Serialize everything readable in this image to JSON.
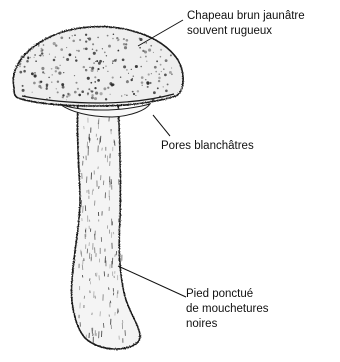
{
  "annotations": {
    "cap": {
      "line1": "Chapeau brun jaunâtre",
      "line2": "souvent rugueux"
    },
    "pores": {
      "line1": "Pores blanchâtres"
    },
    "stem": {
      "line1": "Pied ponctué",
      "line2": "de mouchetures",
      "line3": "noires"
    }
  },
  "colors": {
    "ink": "#1a1a1a",
    "background": "#ffffff"
  }
}
